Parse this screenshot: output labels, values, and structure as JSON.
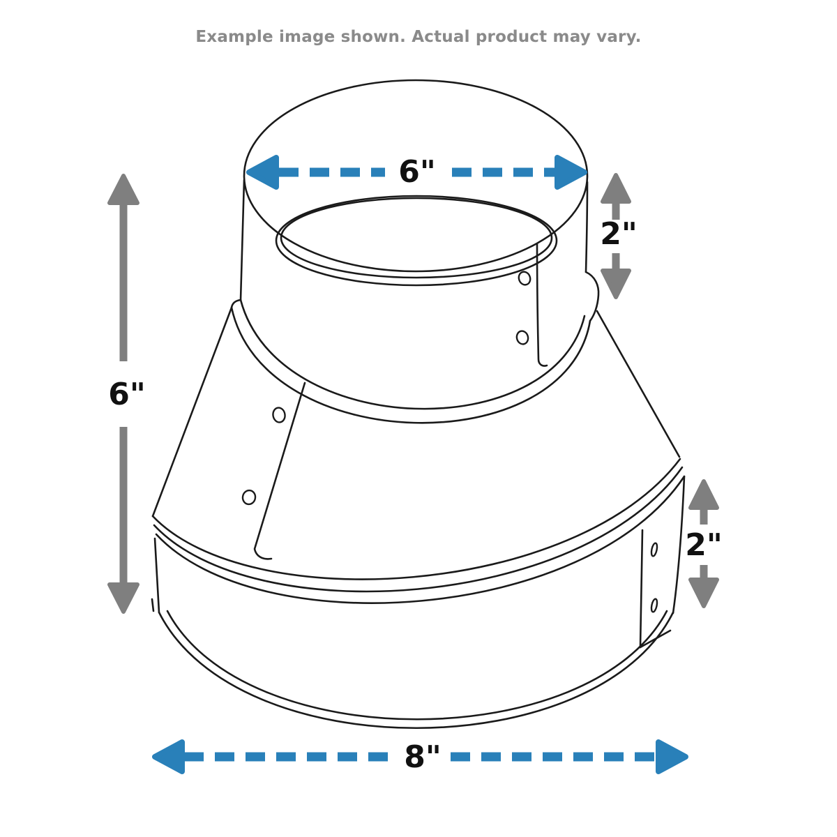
{
  "disclaimer": "Example image shown. Actual product may vary.",
  "diagram": {
    "subject": "duct-reducer-line-drawing",
    "dimensions": {
      "top_diameter": "6\"",
      "top_collar_height": "2\"",
      "overall_height": "6\"",
      "bottom_collar_height": "2\"",
      "bottom_diameter": "8\""
    }
  },
  "colors": {
    "dimension_arrow_blue": "#2980b9",
    "dimension_arrow_gray": "#7f7f7f",
    "disclaimer_text_gray": "#8a8a8a",
    "line_art_black": "#1a1a1a",
    "background": "#ffffff"
  }
}
